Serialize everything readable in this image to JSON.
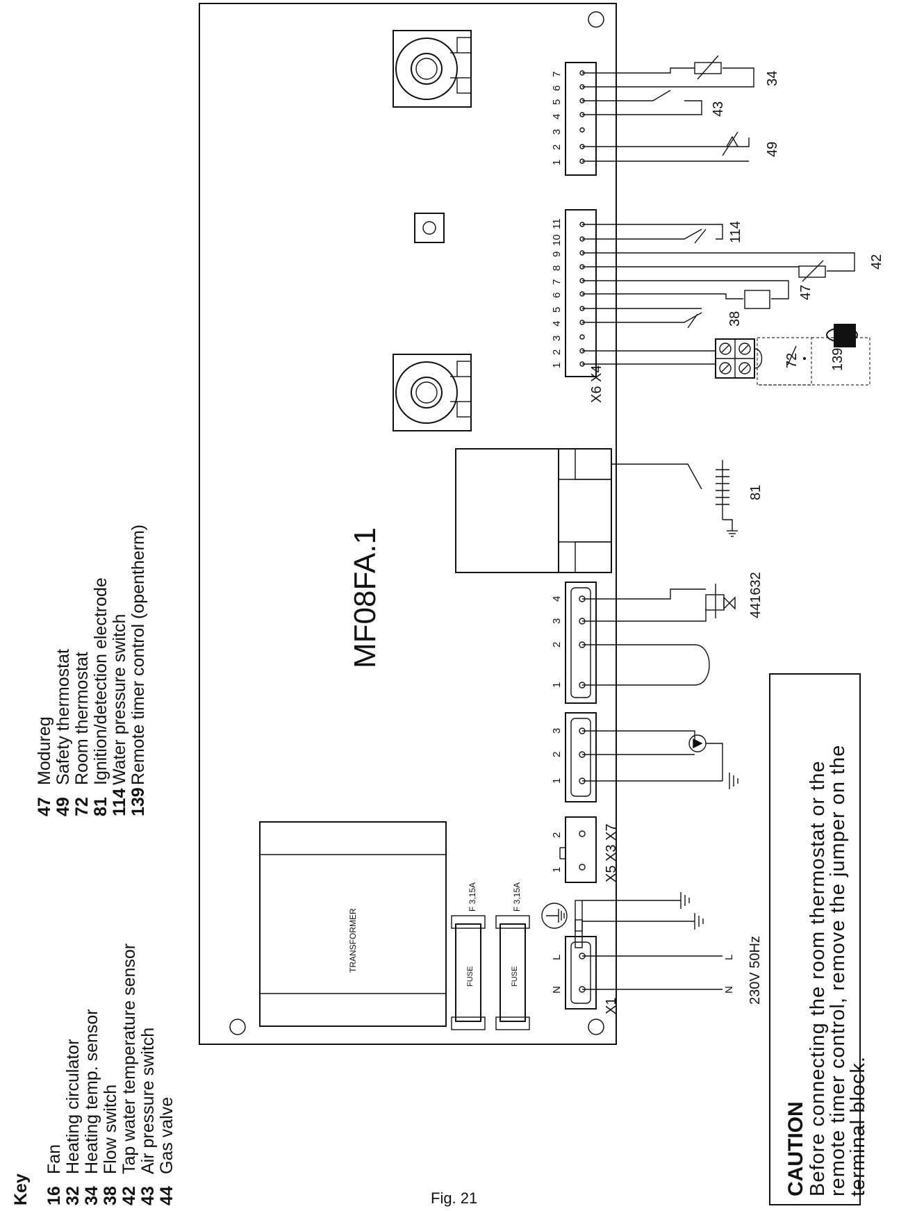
{
  "diagram": {
    "board_label": "MF08FA.1",
    "transformer_label": "TRANSFORMER",
    "fuse_label": "FUSE",
    "fuse_rating": "F 3,15A",
    "supply_label": "230V 50Hz",
    "mains_labels": {
      "n": "N",
      "l": "L"
    },
    "connectors": {
      "x1": "X1",
      "x5_x3_x7": "X5 X3 X7",
      "x6_x4": "X6 X4"
    },
    "pins": {
      "x6": [
        "1",
        "2",
        "3",
        "4",
        "5",
        "6",
        "7"
      ],
      "x4": [
        "1",
        "2",
        "3",
        "4",
        "5",
        "6",
        "7",
        "8",
        "9",
        "10",
        "11"
      ],
      "valve": [
        "1",
        "2",
        "3",
        "4"
      ],
      "circ": [
        "1",
        "2",
        "3"
      ],
      "x5": [
        "1",
        "2"
      ]
    },
    "component_refs": {
      "r34": "34",
      "r43": "43",
      "r49": "49",
      "r114": "114",
      "r42": "42",
      "r47": "47",
      "r38": "38",
      "r72": "72",
      "r139": "139",
      "r81": "81",
      "r441632": "441632"
    }
  },
  "key": {
    "title": "Key",
    "items": [
      {
        "num": "16",
        "label": "Fan"
      },
      {
        "num": "32",
        "label": "Heating circulator"
      },
      {
        "num": "34",
        "label": "Heating temp. sensor"
      },
      {
        "num": "38",
        "label": "Flow   switch"
      },
      {
        "num": "42",
        "label": "Tap water temperature sensor"
      },
      {
        "num": "43",
        "label": "Air pressure switch"
      },
      {
        "num": "44",
        "label": "Gas valve"
      },
      {
        "num": "47",
        "label": "Modureg"
      },
      {
        "num": "49",
        "label": "Safety thermostat"
      },
      {
        "num": "72",
        "label": "Room   thermostat"
      },
      {
        "num": "81",
        "label": "Ignition/detection   electrode"
      },
      {
        "num": "114",
        "label": "Water pressure switch"
      },
      {
        "num": "139",
        "label": "Remote timer control (opentherm)"
      }
    ]
  },
  "caution": {
    "title": "CAUTION",
    "lines": [
      "Before connecting the room thermostat or the",
      "remote timer control, remove the jumper on the",
      "terminal block."
    ]
  },
  "figure_label": "Fig. 21"
}
